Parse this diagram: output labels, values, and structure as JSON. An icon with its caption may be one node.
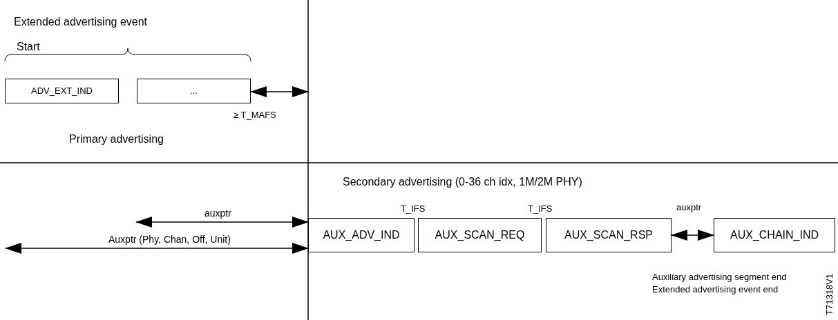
{
  "diagram": {
    "nodes": [
      {
        "text": [
          "ADV_EXT_IND"
        ]
      },
      {
        "text": [
          "..."
        ]
      },
      {
        "text": [
          "AUX_ADV_IND"
        ]
      },
      {
        "text": [
          "AUX_SCAN_REQ"
        ]
      },
      {
        "text": [
          "AUX_SCAN_RSP"
        ]
      },
      {
        "text": [
          "AUX_CHAIN_IND"
        ]
      }
    ],
    "edges": [
      {
        "from": 1,
        "to": null,
        "arrow": "both",
        "label": "≥ T_MAFS"
      },
      {
        "from": null,
        "to": 2,
        "arrow": "both",
        "label": "auxptr"
      },
      {
        "from": null,
        "to": 2,
        "arrow": "both",
        "label": "Auxptr (Phy, Chan, Off, Unit)"
      },
      {
        "from": 4,
        "to": 5,
        "arrow": "both",
        "label": "auxptr"
      }
    ],
    "labels": [
      "Extended advertising event",
      "Start",
      "Primary advertising",
      "Secondary advertising (0-36 ch idx, 1M/2M PHY)",
      "T_IFS",
      "T_IFS",
      "Auxiliary advertising segment end Extended advertising event end",
      "T71318V1"
    ]
  }
}
